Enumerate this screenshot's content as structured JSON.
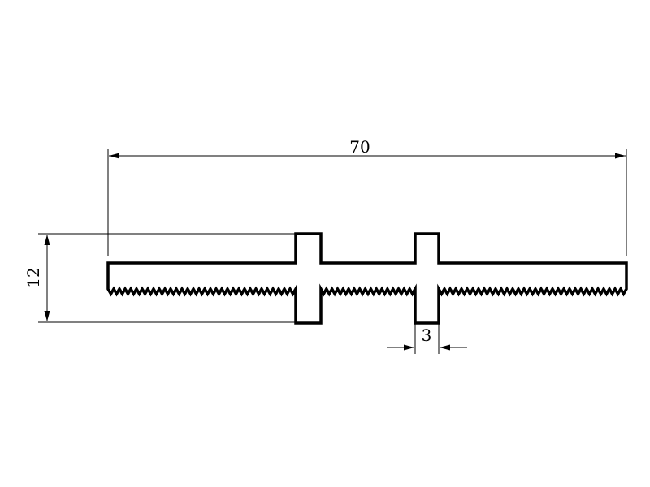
{
  "drawing": {
    "dimensions": {
      "overall_length": "70",
      "overall_height": "12",
      "rib_width": "3"
    },
    "colors": {
      "line": "#000000",
      "background": "#ffffff"
    }
  }
}
